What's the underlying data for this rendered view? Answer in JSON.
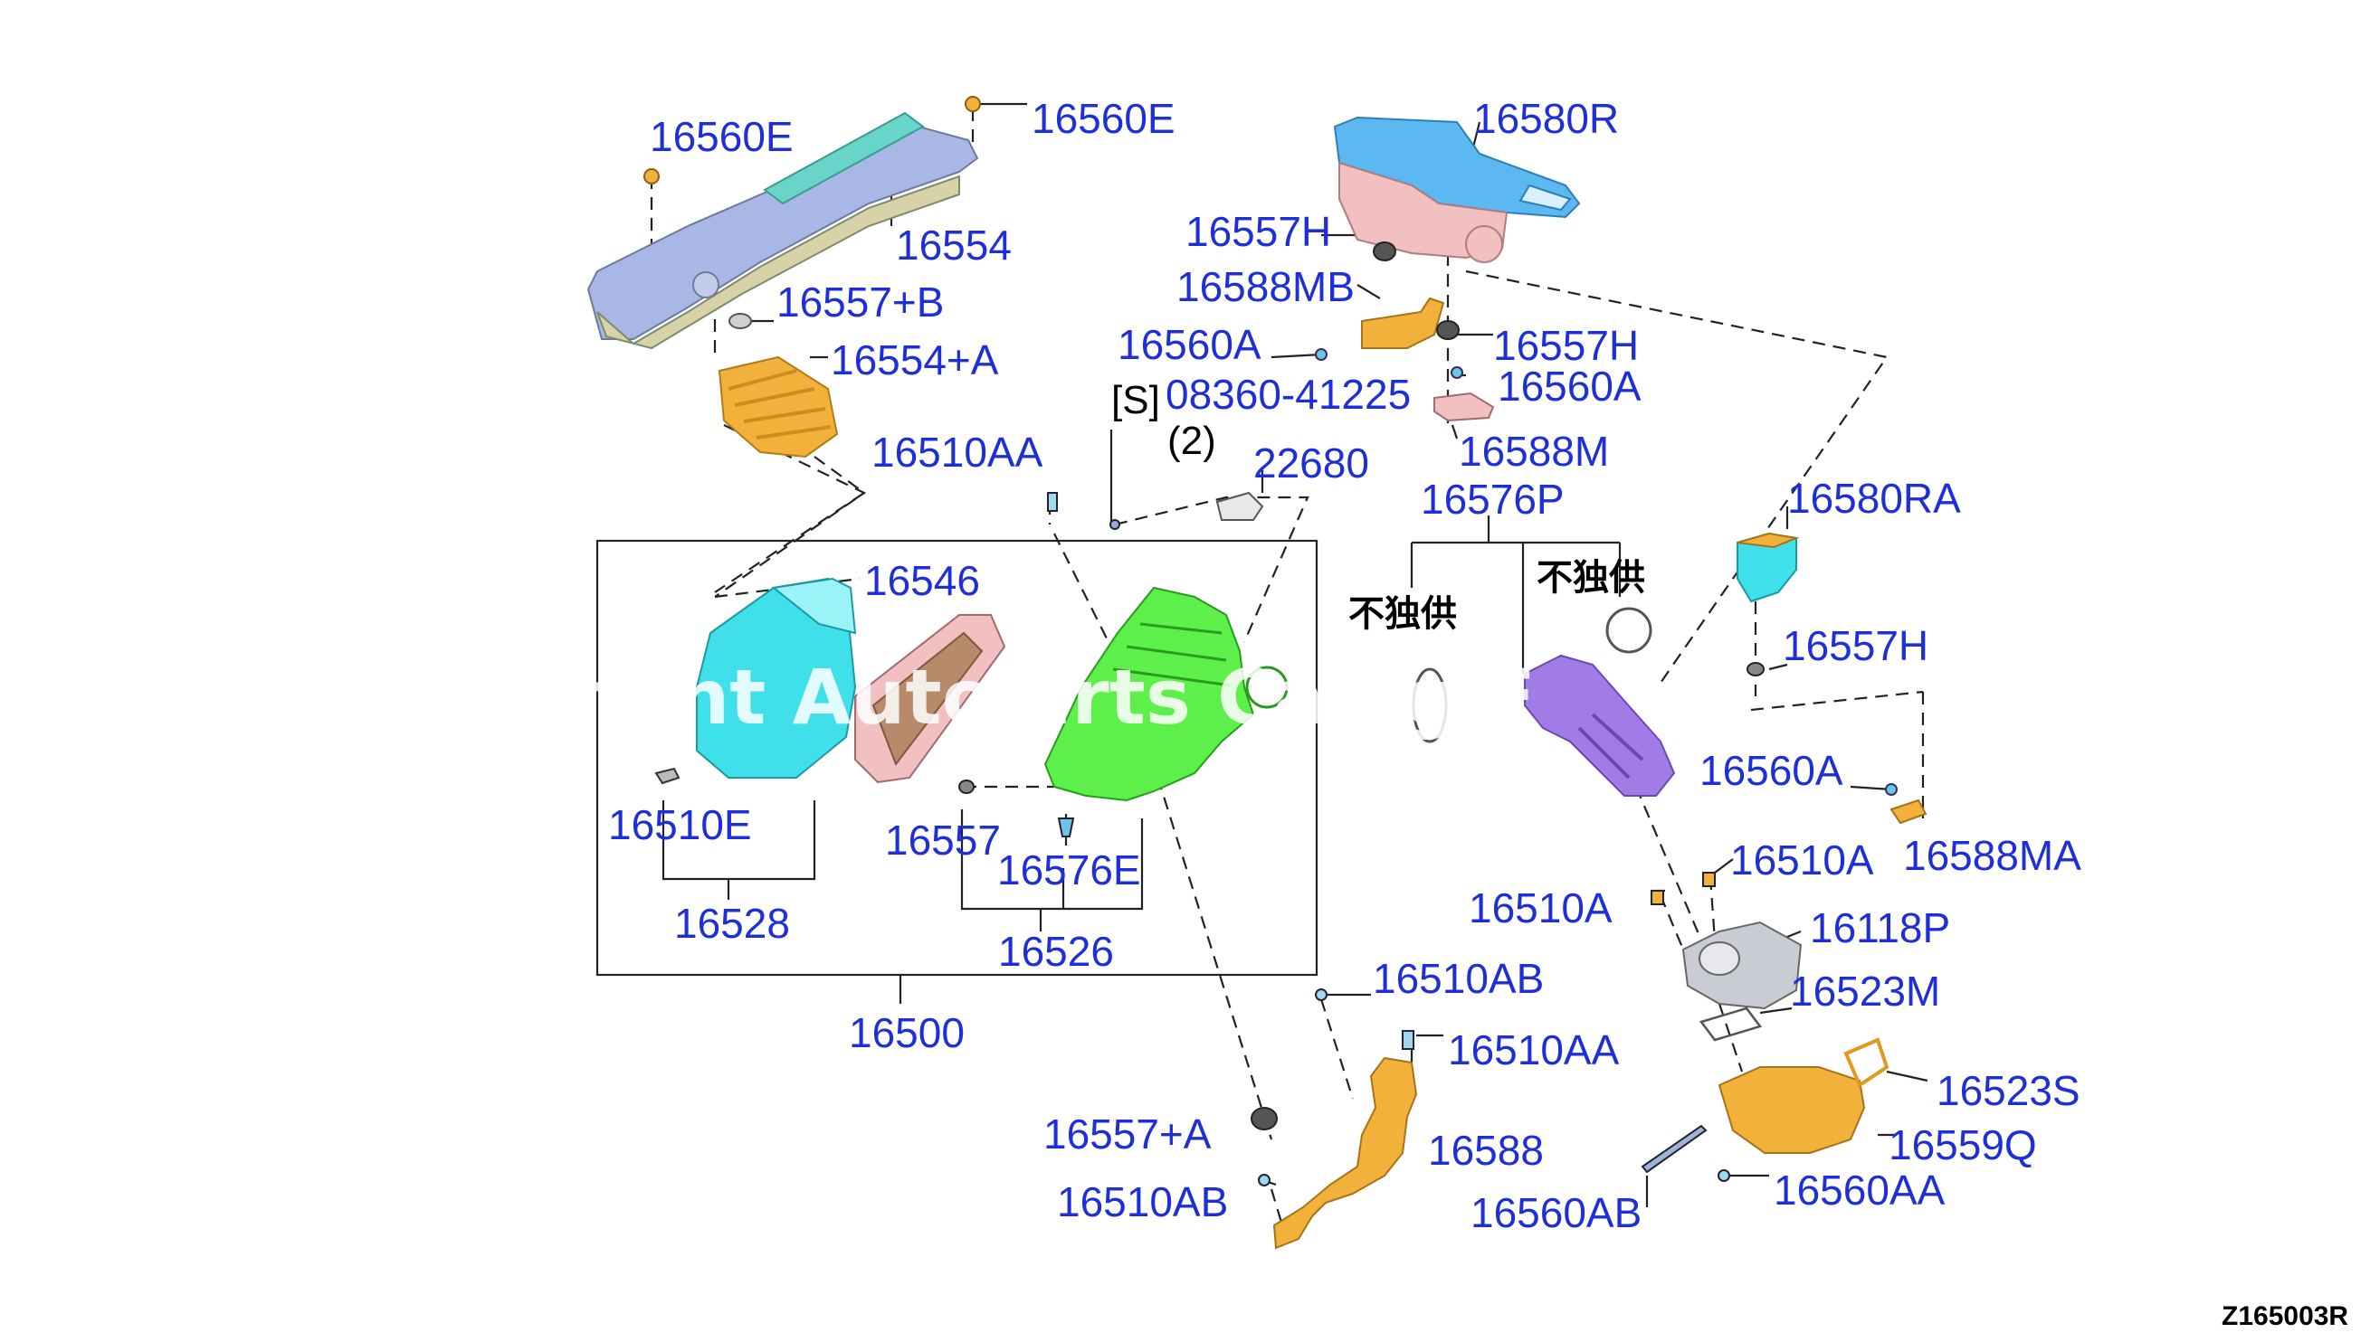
{
  "diagram": {
    "drawing_code": "Z165003R",
    "watermark": "nant Auto  arts Ca  og F",
    "not_sold_separately": "不独供",
    "colors": {
      "label": "#1f2fd8",
      "assembly_cyan": "#3fe0ea",
      "housing_green": "#5ef04a",
      "duct_orange": "#f2b13a",
      "resonator_blue": "#5bb8f0",
      "pink": "#f2c0c0",
      "purple": "#a17be6",
      "gray": "#c9ccd3"
    },
    "labels": {
      "l_16560E_a": "16560E",
      "l_16560E_b": "16560E",
      "l_16554": "16554",
      "l_16557B": "16557+B",
      "l_16554A": "16554+A",
      "l_16510AA_a": "16510AA",
      "l_bolt_spec": "08360-41225",
      "l_bolt_s": "[S]",
      "l_bolt_qty": "(2)",
      "l_22680": "22680",
      "l_16580R": "16580R",
      "l_16557H_a": "16557H",
      "l_16588MB": "16588MB",
      "l_16560A_a": "16560A",
      "l_16557H_b": "16557H",
      "l_16560A_b": "16560A",
      "l_16588M": "16588M",
      "l_16576P": "16576P",
      "l_16580RA": "16580RA",
      "l_16546": "16546",
      "l_16557H_c": "16557H",
      "l_16560A_c": "16560A",
      "l_16588MA": "16588MA",
      "l_16510E": "16510E",
      "l_16557": "16557",
      "l_16576E": "16576E",
      "l_16528": "16528",
      "l_16526": "16526",
      "l_16510A_a": "16510A",
      "l_16510A_b": "16510A",
      "l_16118P": "16118P",
      "l_16523M": "16523M",
      "l_16510AB_a": "16510AB",
      "l_16510AA_b": "16510AA",
      "l_16500": "16500",
      "l_16523S": "16523S",
      "l_16557A": "16557+A",
      "l_16588": "16588",
      "l_16559Q": "16559Q",
      "l_16510AB_b": "16510AB",
      "l_16560AB": "16560AB",
      "l_16560AA": "16560AA"
    }
  }
}
